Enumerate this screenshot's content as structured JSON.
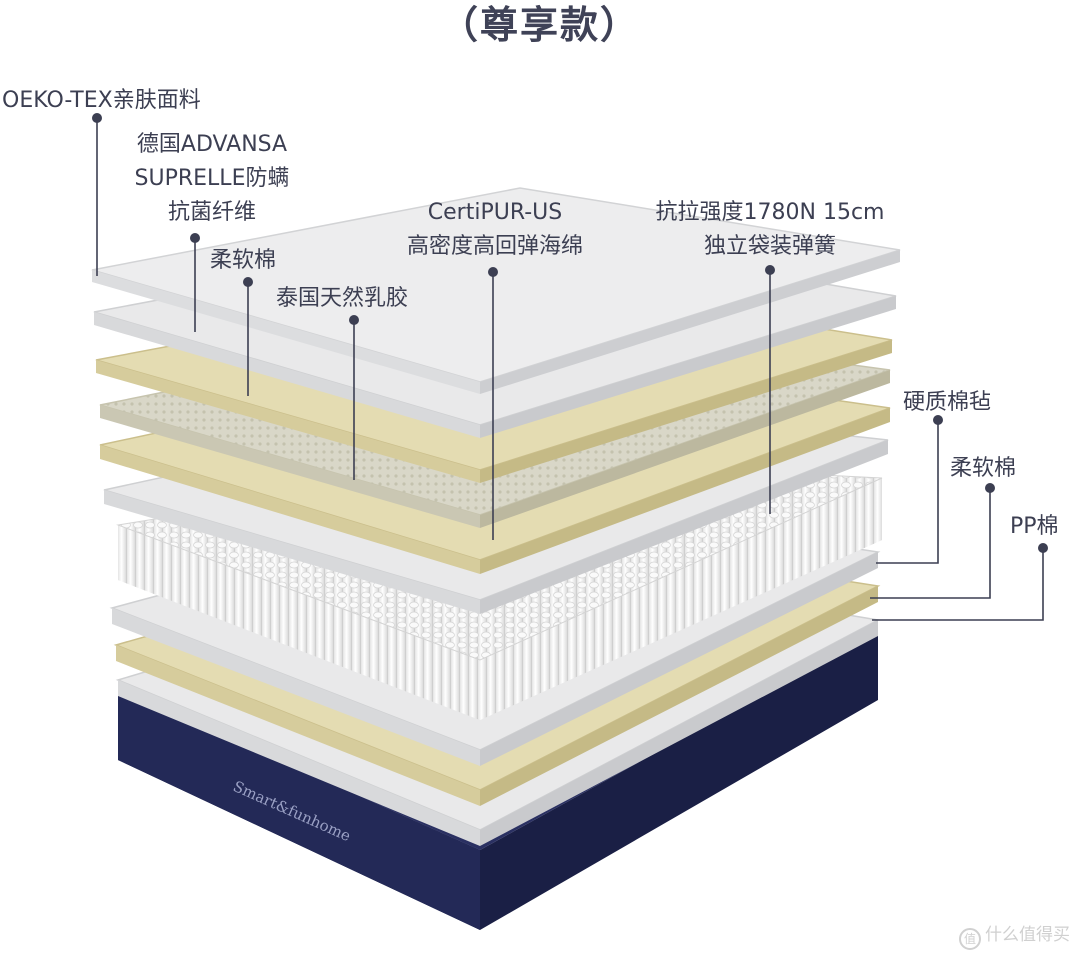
{
  "title": "（尊享款）",
  "labels": {
    "oeko": "OEKO-TEX亲肤面料",
    "advansa_1": "德国ADVANSA",
    "advansa_2": "SUPRELLE防螨",
    "advansa_3": "抗菌纤维",
    "soft_top": "柔软棉",
    "latex": "泰国天然乳胶",
    "certipur_1": "CertiPUR-US",
    "certipur_2": "高密度高回弹海绵",
    "spring_1": "抗拉强度1780N 15cm",
    "spring_2": "独立袋装弹簧",
    "felt": "硬质棉毡",
    "soft_bottom": "柔软棉",
    "pp": "PP棉"
  },
  "brand": "Smart&funhome",
  "watermark": "什么值得买",
  "watermark_icon": "值",
  "colors": {
    "white_layer": "#e9e9ea",
    "white_layer_edge": "#cfd0d2",
    "cream_layer": "#e4dcb2",
    "cream_layer_edge": "#cbbf8c",
    "latex_layer": "#d9d7c8",
    "spring": "#f4f4f4",
    "base": "#1d2247",
    "leader": "#3c3f52"
  }
}
